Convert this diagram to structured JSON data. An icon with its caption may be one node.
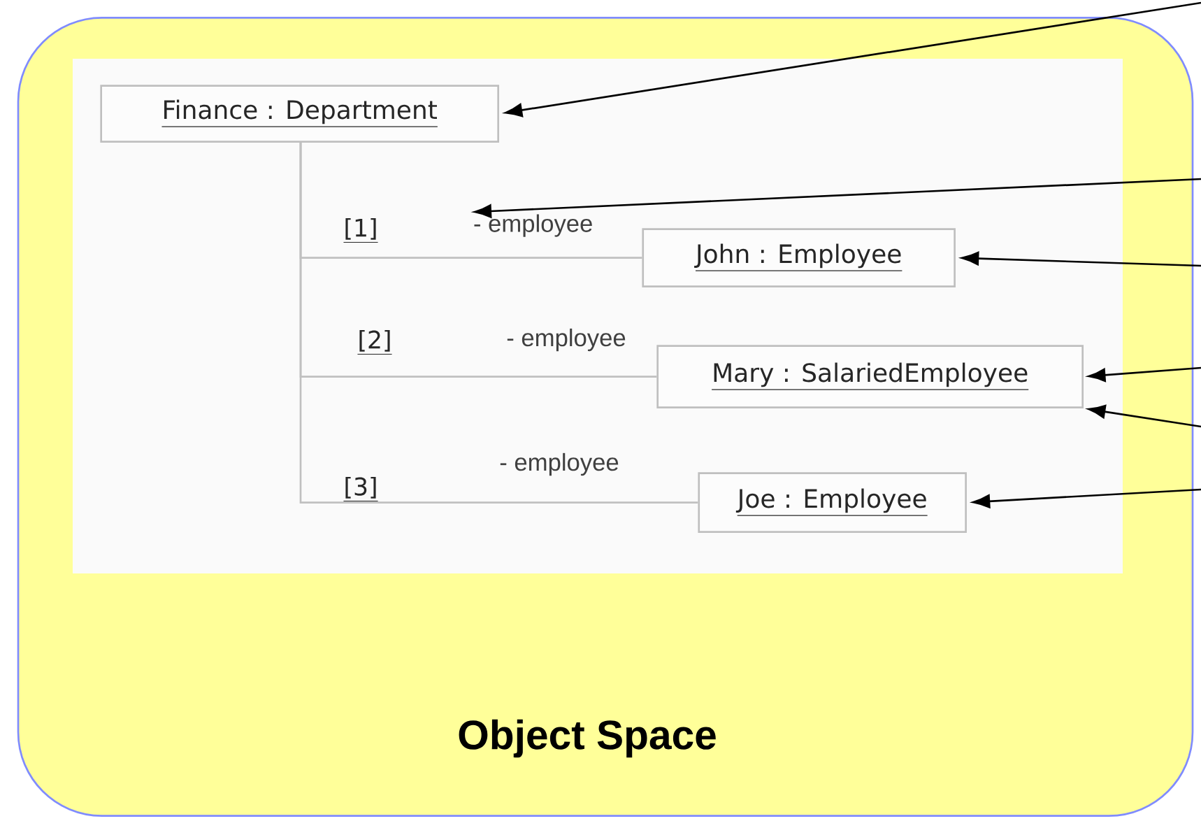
{
  "diagram": {
    "nodes": [
      {
        "text": [
          "Object Space"
        ]
      },
      {
        "text": [
          "Finance : Department"
        ],
        "in": 0
      },
      {
        "text": [
          "John : Employee"
        ],
        "in": 0
      },
      {
        "text": [
          "Mary : SalariedEmployee"
        ],
        "in": 0
      },
      {
        "text": [
          "Joe : Employee"
        ],
        "in": 0
      },
      {
        "text": [
          "- employee"
        ],
        "in": 0
      }
    ],
    "edges": [
      {
        "from": 1,
        "to": 2,
        "arrow": "none",
        "color": "#c0c0c0"
      },
      {
        "from": 1,
        "to": 3,
        "arrow": "none",
        "color": "#c0c0c0"
      },
      {
        "from": 1,
        "to": 4,
        "arrow": "none",
        "color": "#c0c0c0"
      },
      {
        "from": null,
        "to": 1,
        "arrow": "to"
      },
      {
        "from": null,
        "to": 5,
        "arrow": "to"
      },
      {
        "from": null,
        "to": 2,
        "arrow": "to"
      },
      {
        "from": null,
        "to": 3,
        "arrow": "to"
      },
      {
        "from": null,
        "to": 3,
        "arrow": "to"
      },
      {
        "from": null,
        "to": 4,
        "arrow": "to"
      }
    ],
    "labels": [
      "[1]",
      "[2]",
      "- employee",
      "[3]",
      "- employee"
    ]
  }
}
